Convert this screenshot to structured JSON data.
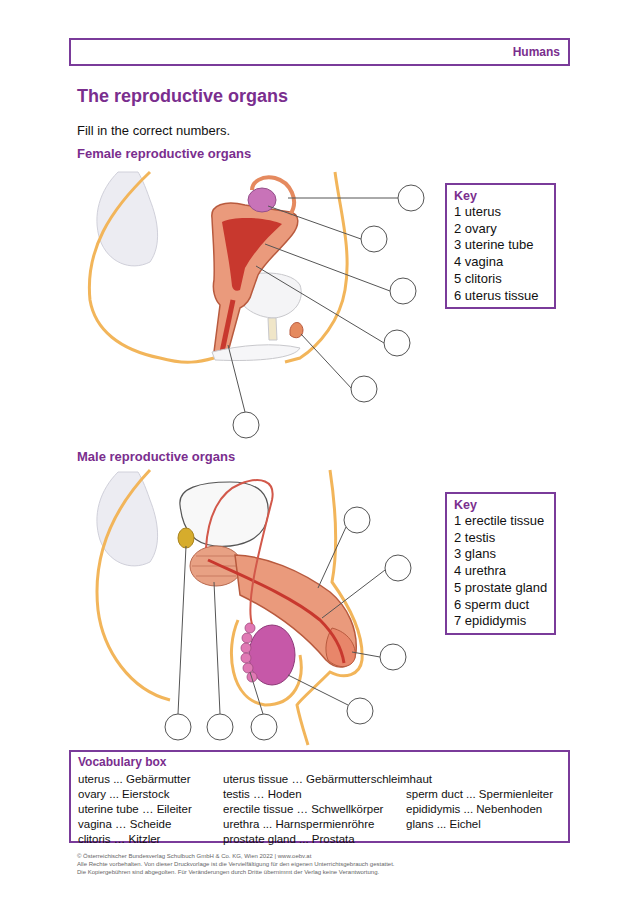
{
  "diagram": {
    "title": "The reproductive organs",
    "nodes": [
      {
        "text": [
          "Humans"
        ]
      },
      {
        "text": [
          "Key",
          "1 uterus",
          "2 ovary",
          "3 uterine tube",
          "4 vagina",
          "5 clitoris",
          "6 uterus tissue"
        ]
      },
      {
        "text": [
          "Key",
          "1 erectile tissue",
          "2 testis",
          "3 glans",
          "4 urethra",
          "5 prostate gland",
          "6 sperm duct",
          "7 epididymis"
        ]
      },
      {
        "text": [
          "Vocabulary box",
          "uterus ... Gebärmutter",
          "ovary ... Eierstock",
          "uterine tube … Eileiter",
          "vagina … Scheide",
          "clitoris … Kitzler",
          "uterus tissue … Gebärmutterschleimhaut",
          "testis … Hoden",
          "erectile tissue … Schwellkörper",
          "urethra ... Harnspermienröhre",
          "prostate gland ... Prostata",
          "sperm duct ... Spermienleiter",
          "epididymis ... Nebenhoden",
          "glans ... Eichel"
        ]
      }
    ],
    "labels": [
      "Fill in the correct numbers.",
      "Female reproductive organs",
      "Male reproductive organs",
      "© Österreichischer Bundesverlag Schulbuch GmbH & Co. KG, Wien 2022 | www.oebv.at",
      "Alle Rechte vorbehalten. Von dieser Druckvorlage ist die Vervielfältigung für den eigenen Unterrichtsgebrauch gestattet.",
      "Die Kopiergebühren sind abgegolten. Für Veränderungen durch Dritte übernimmt der Verlag keine Verantwortung."
    ]
  }
}
